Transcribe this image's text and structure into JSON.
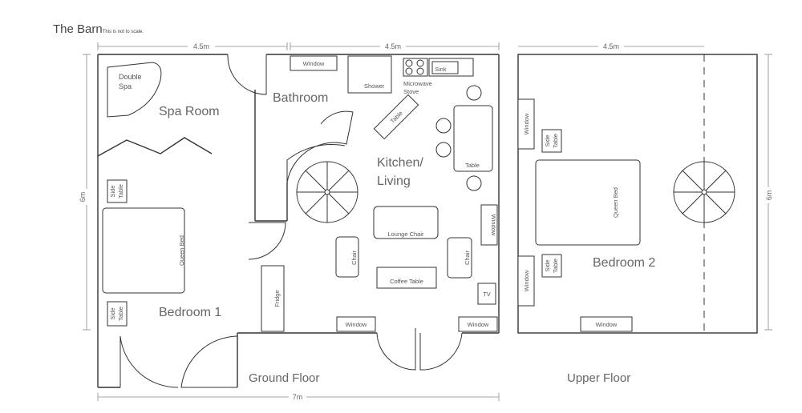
{
  "title": "The Barn",
  "scale_note": "This is not to scale.",
  "dimensions": {
    "ground_left_width": "4.5m",
    "ground_right_width": "4.5m",
    "upper_width": "4.5m",
    "total_width": "7m",
    "ground_height": "6m",
    "upper_height": "6m"
  },
  "rooms": {
    "spa_room": "Spa Room",
    "bathroom": "Bathroom",
    "kitchen_line1": "Kitchen/",
    "kitchen_line2": "Living",
    "bedroom1": "Bedroom 1",
    "bedroom2": "Bedroom 2"
  },
  "floors": {
    "ground": "Ground Floor",
    "upper": "Upper Floor"
  },
  "labels": {
    "double": "Double",
    "spa": "Spa",
    "window": "Window",
    "shower": "Shower",
    "sink": "Sink",
    "microwave": "Microwave",
    "stove": "Stove",
    "table": "Table",
    "side": "Side",
    "queen_bed": "Queen Bed",
    "lounge_chair": "Lounge Chair",
    "chair": "Chair",
    "coffee_table": "Coffee Table",
    "fridge": "Fridge",
    "tv": "TV"
  }
}
